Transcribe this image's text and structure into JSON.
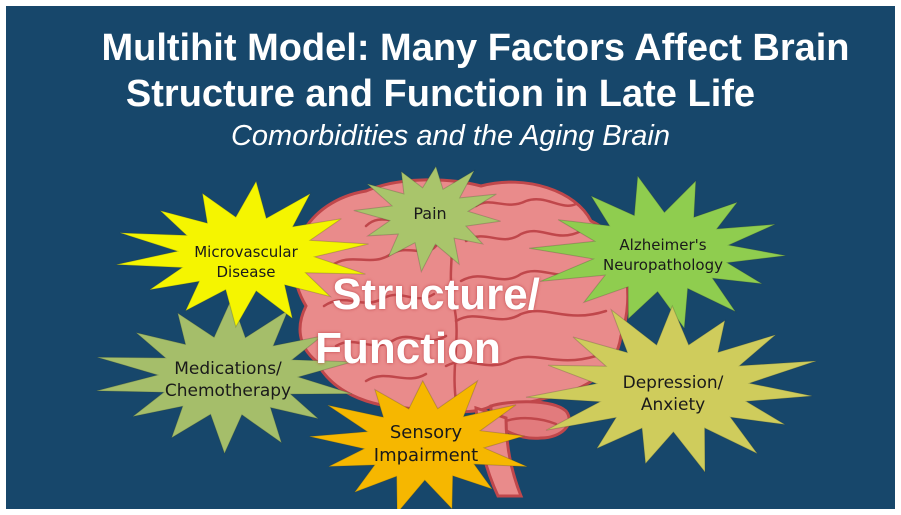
{
  "title": {
    "line1": "Multihit Model: Many Factors Affect Brain",
    "line2": "Structure and Function in Late Life"
  },
  "subtitle": "Comorbidities and the Aging Brain",
  "center": {
    "line1": "Structure/",
    "line2": "Function",
    "icon": "brain-icon"
  },
  "factors": [
    {
      "id": "pain",
      "label": "Pain",
      "color": "#a9c56b"
    },
    {
      "id": "microvascular",
      "label": "Microvascular Disease",
      "color": "#f5f500"
    },
    {
      "id": "alzheimers",
      "label": "Alzheimer's Neuropathology",
      "color": "#8fcd4f"
    },
    {
      "id": "medications",
      "label": "Medications/ Chemotherapy",
      "color": "#a5be6a"
    },
    {
      "id": "depression",
      "label": "Depression/ Anxiety",
      "color": "#cfcc5c"
    },
    {
      "id": "sensory",
      "label": "Sensory Impairment",
      "color": "#f6b700"
    }
  ],
  "colors": {
    "background": "#17476b",
    "brain_fill": "#e98b8b",
    "brain_outline": "#c0474b"
  }
}
